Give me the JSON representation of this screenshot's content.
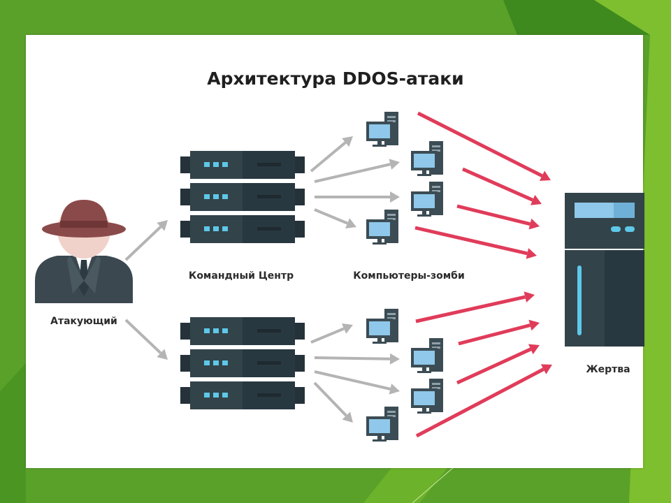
{
  "title": "Архитектура DDOS-атаки",
  "nodes": {
    "attacker": "Атакующий",
    "command_center": "Командный Центр",
    "zombies": "Компьютеры-зомби",
    "victim": "Жертва"
  },
  "colors": {
    "slide_background": "#5aa12a",
    "attack_arrow": "#e03c5a",
    "control_arrow": "#b4b4b4",
    "server_body": "#33434a",
    "server_led": "#5ec8e8",
    "monitor_screen": "#8fc8ea",
    "hat": "#8b4a4a"
  }
}
